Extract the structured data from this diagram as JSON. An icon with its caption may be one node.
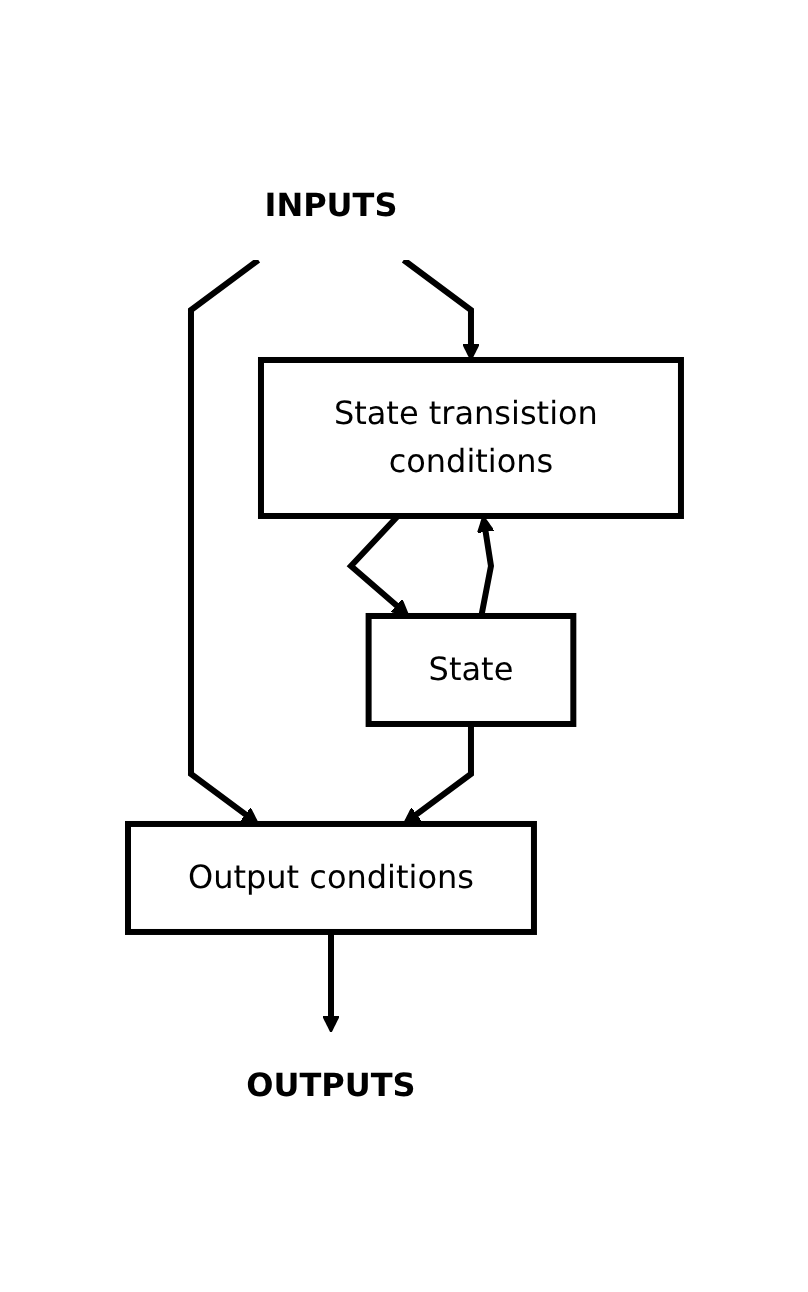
{
  "diagram": {
    "nodes": [
      {
        "text": [
          "INPUTS"
        ]
      },
      {
        "text": [
          "State transistion conditions"
        ]
      },
      {
        "text": [
          "State"
        ]
      },
      {
        "text": [
          "Output conditions"
        ]
      },
      {
        "text": [
          "OUTPUTS"
        ]
      }
    ],
    "edges": [
      {
        "from": 0,
        "to": 1,
        "arrow": "to"
      },
      {
        "from": 0,
        "to": 3,
        "arrow": "to"
      },
      {
        "from": 1,
        "to": 2,
        "arrow": "to"
      },
      {
        "from": 2,
        "to": 1,
        "arrow": "to"
      },
      {
        "from": 2,
        "to": 3,
        "arrow": "to"
      },
      {
        "from": 3,
        "to": 4,
        "arrow": "to"
      }
    ]
  }
}
